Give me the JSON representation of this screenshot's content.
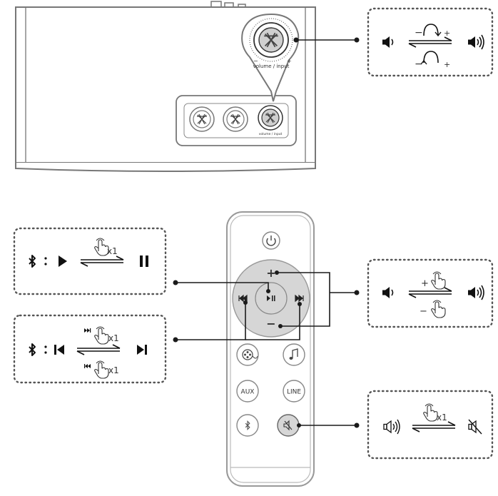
{
  "speaker": {
    "knob_label": "volume / input",
    "knob_minus": "−",
    "knob_plus": "+",
    "panel_knob_label": "volume / input"
  },
  "knob_box": {
    "minus": "−",
    "plus": "+",
    "minus_bottom": "−",
    "plus_bottom": "+"
  },
  "remote": {
    "vol_plus": "+",
    "vol_minus": "−",
    "aux": "AUX",
    "line": "LINE"
  },
  "bt_play_box": {
    "count": "x1"
  },
  "bt_track_box": {
    "count_top": "x1",
    "count_bottom": "x1"
  },
  "vol_box": {
    "plus": "+",
    "minus": "−"
  },
  "mute_box": {
    "count": "x1"
  },
  "colors": {
    "line": "#1a1a1a",
    "device_stroke": "#777777",
    "button_fill": "#d6d6d6"
  },
  "icons": [
    "speaker-low-icon",
    "speaker-high-icon",
    "bluetooth-icon",
    "play-icon",
    "pause-icon",
    "hand-tap-icon",
    "prev-track-icon",
    "next-track-icon",
    "power-icon",
    "film-icon",
    "music-note-icon",
    "mute-icon"
  ]
}
